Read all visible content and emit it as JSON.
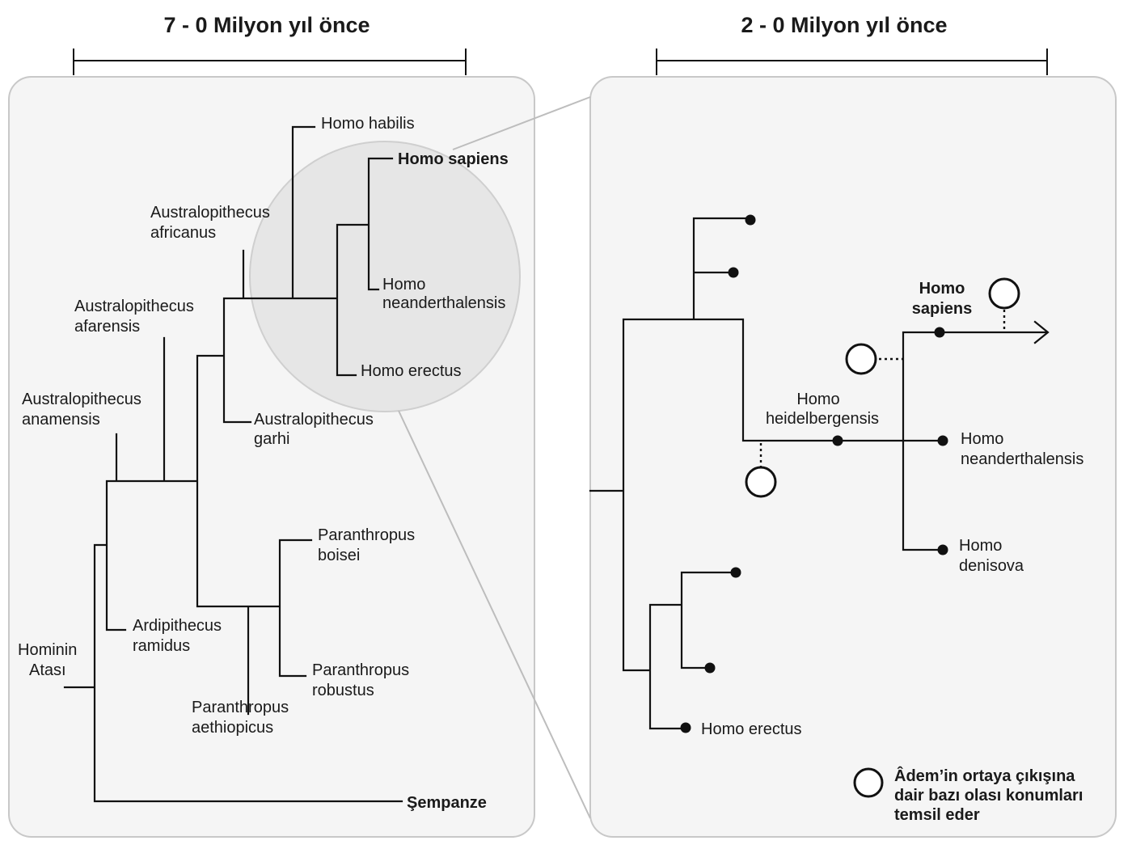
{
  "left_panel": {
    "title": "7 - 0 Milyon yıl önce",
    "labels": {
      "homo_habilis": "Homo habilis",
      "homo_sapiens": "Homo sapiens",
      "a_africanus_1": "Australopithecus",
      "a_africanus_2": "africanus",
      "homo_nean_1": "Homo",
      "homo_nean_2": "neanderthalensis",
      "a_afarensis_1": "Australopithecus",
      "a_afarensis_2": "afarensis",
      "homo_erectus": "Homo erectus",
      "a_anamensis_1": "Australopithecus",
      "a_anamensis_2": "anamensis",
      "a_garhi_1": "Australopithecus",
      "a_garhi_2": "garhi",
      "p_boisei_1": "Paranthropus",
      "p_boisei_2": "boisei",
      "ardi_1": "Ardipithecus",
      "ardi_2": "ramidus",
      "hominin_1": "Hominin",
      "hominin_2": "Atası",
      "p_robustus_1": "Paranthropus",
      "p_robustus_2": "robustus",
      "p_aethiopicus_1": "Paranthropus",
      "p_aethiopicus_2": "aethiopicus",
      "sempanze": "Şempanze"
    }
  },
  "right_panel": {
    "title": "2 - 0 Milyon yıl önce",
    "labels": {
      "homo_sapiens_1": "Homo",
      "homo_sapiens_2": "sapiens",
      "heidel_1": "Homo",
      "heidel_2": "heidelbergensis",
      "nean_1": "Homo",
      "nean_2": "neanderthalensis",
      "denisova_1": "Homo",
      "denisova_2": "denisova",
      "homo_erectus": "Homo erectus"
    },
    "legend": {
      "line1": "Âdem’in ortaya çıkışına",
      "line2": "dair bazı olası konumları",
      "line3": "temsil eder"
    }
  }
}
